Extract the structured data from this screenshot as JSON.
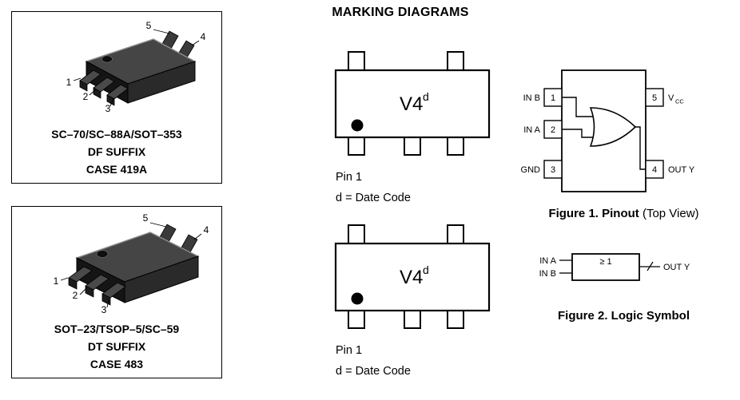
{
  "title": "MARKING DIAGRAMS",
  "packages": [
    {
      "name_line": "SC–70/SC–88A/SOT–353",
      "suffix_line": "DF SUFFIX",
      "case_line": "CASE 419A",
      "pins": [
        "1",
        "2",
        "3",
        "4",
        "5"
      ]
    },
    {
      "name_line": "SOT–23/TSOP–5/SC–59",
      "suffix_line": "DT SUFFIX",
      "case_line": "CASE 483",
      "pins": [
        "1",
        "2",
        "3",
        "4",
        "5"
      ]
    }
  ],
  "marking": {
    "code": "V4",
    "sup": "d",
    "pin1_label": "Pin 1",
    "date_code_note": "d = Date Code"
  },
  "figure1": {
    "caption_bold": "Figure 1. Pinout",
    "caption_normal": " (Top View)",
    "left_pins": [
      {
        "num": "1",
        "label": "IN B"
      },
      {
        "num": "2",
        "label": "IN A"
      },
      {
        "num": "3",
        "label": "GND"
      }
    ],
    "right_pins": [
      {
        "num": "5",
        "label_main": "V",
        "label_sub": "CC"
      },
      {
        "num": "4",
        "label": "OUT Y"
      }
    ]
  },
  "figure2": {
    "caption": "Figure 2. Logic Symbol",
    "input_a": "IN A",
    "input_b": "IN B",
    "gate_label": "≥ 1",
    "output": "OUT Y"
  },
  "colors": {
    "ink": "#000000",
    "package_top": "#454545",
    "package_dark": "#151515"
  }
}
